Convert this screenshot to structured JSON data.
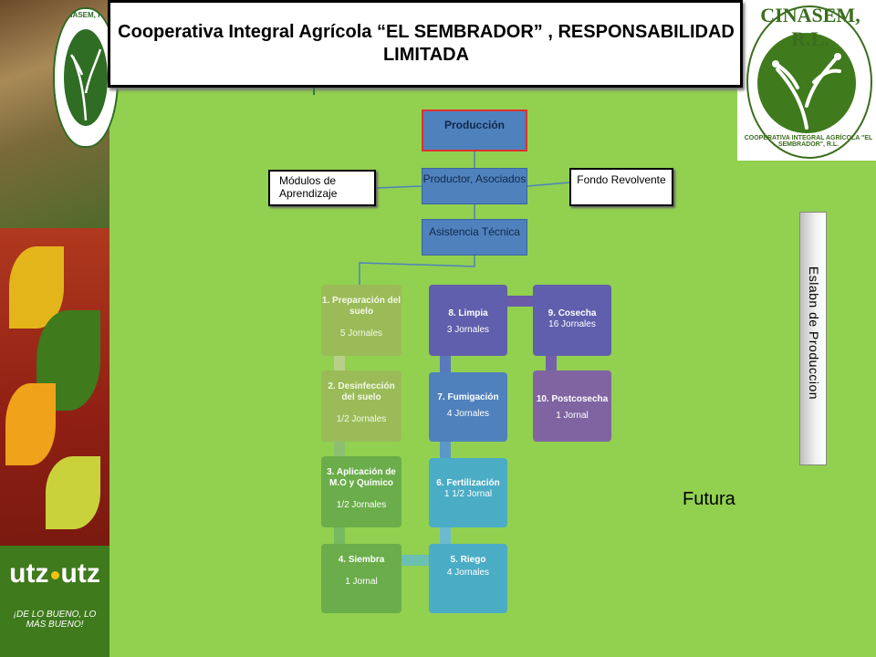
{
  "title": "Cooperativa Integral Agrícola “EL SEMBRADOR” , RESPONSABILIDAD LIMITADA",
  "logo": {
    "name": "CINASEM, R.L.",
    "full_name": "COOPERATIVA INTEGRAL AGRÍCOLA \"EL SEMBRADOR\", R.L."
  },
  "utz": {
    "brand": "utz",
    "slogan": "¡DE LO BUENO, LO MÁS BUENO!"
  },
  "flow": {
    "produccion": "Producción",
    "productor": "Productor, Asociados",
    "asistencia": "Asistencia Técnica",
    "modulos": "Módulos de Aprendizaje",
    "fondo": "Fondo Revolvente"
  },
  "steps": [
    {
      "title": "1. Preparación del suelo",
      "jornales": "5 Jornales",
      "color": "#9bbb59"
    },
    {
      "title": "2. Desinfección del suelo",
      "jornales": "1/2 Jornales",
      "color": "#9bbb59"
    },
    {
      "title": "3. Aplicación de M.O y Químico",
      "jornales": "1/2 Jornales",
      "color": "#6aad4a"
    },
    {
      "title": "4. Siembra",
      "jornales": "1 Jornal",
      "color": "#6aad4a"
    },
    {
      "title": "5. Riego",
      "jornales": "4 Jornales",
      "color": "#4bacc6"
    },
    {
      "title": "6. Fertilización",
      "jornales": "1 1/2 Jornal",
      "color": "#4bacc6"
    },
    {
      "title": "7. Fumigación",
      "jornales": "4 Jornales",
      "color": "#4f81bd"
    },
    {
      "title": "8. Limpia",
      "jornales": "3 Jornales",
      "color": "#5f5fad"
    },
    {
      "title": "9. Cosecha",
      "jornales": "16 Jornales",
      "color": "#5f5fad"
    },
    {
      "title": "10. Postcosecha",
      "jornales": "1 Jornal",
      "color": "#8064a2"
    }
  ],
  "side_label": "Eslabn de Produccion",
  "futura": "Futura"
}
